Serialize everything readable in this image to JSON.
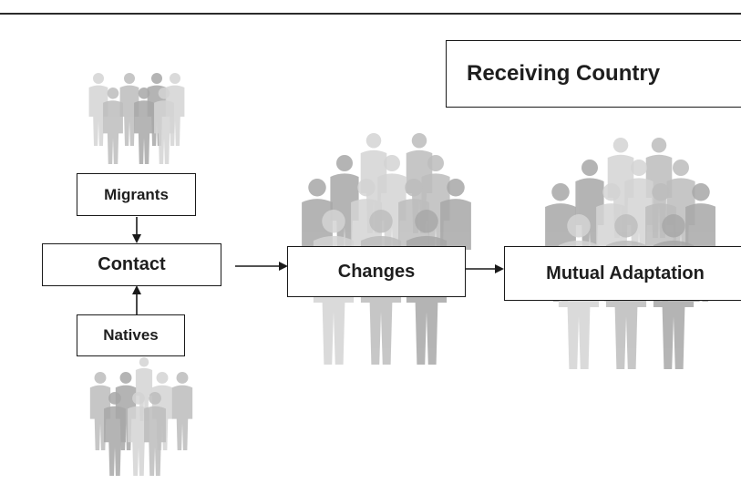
{
  "diagram": {
    "title": "Receiving Country",
    "nodes": {
      "migrants": "Migrants",
      "contact": "Contact",
      "natives": "Natives",
      "changes": "Changes",
      "mutual_adaptation": "Mutual Adaptation"
    },
    "edges": [
      {
        "from": "migrants",
        "to": "contact"
      },
      {
        "from": "natives",
        "to": "contact"
      },
      {
        "from": "contact",
        "to": "changes"
      },
      {
        "from": "changes",
        "to": "mutual_adaptation"
      }
    ]
  },
  "colors": {
    "line": "#1a1a1a",
    "people_light": "#d4d4d4",
    "people_mid": "#bdbdbd",
    "people_dark": "#a8a8a8"
  },
  "icons": [
    "people-crowd-icon"
  ]
}
